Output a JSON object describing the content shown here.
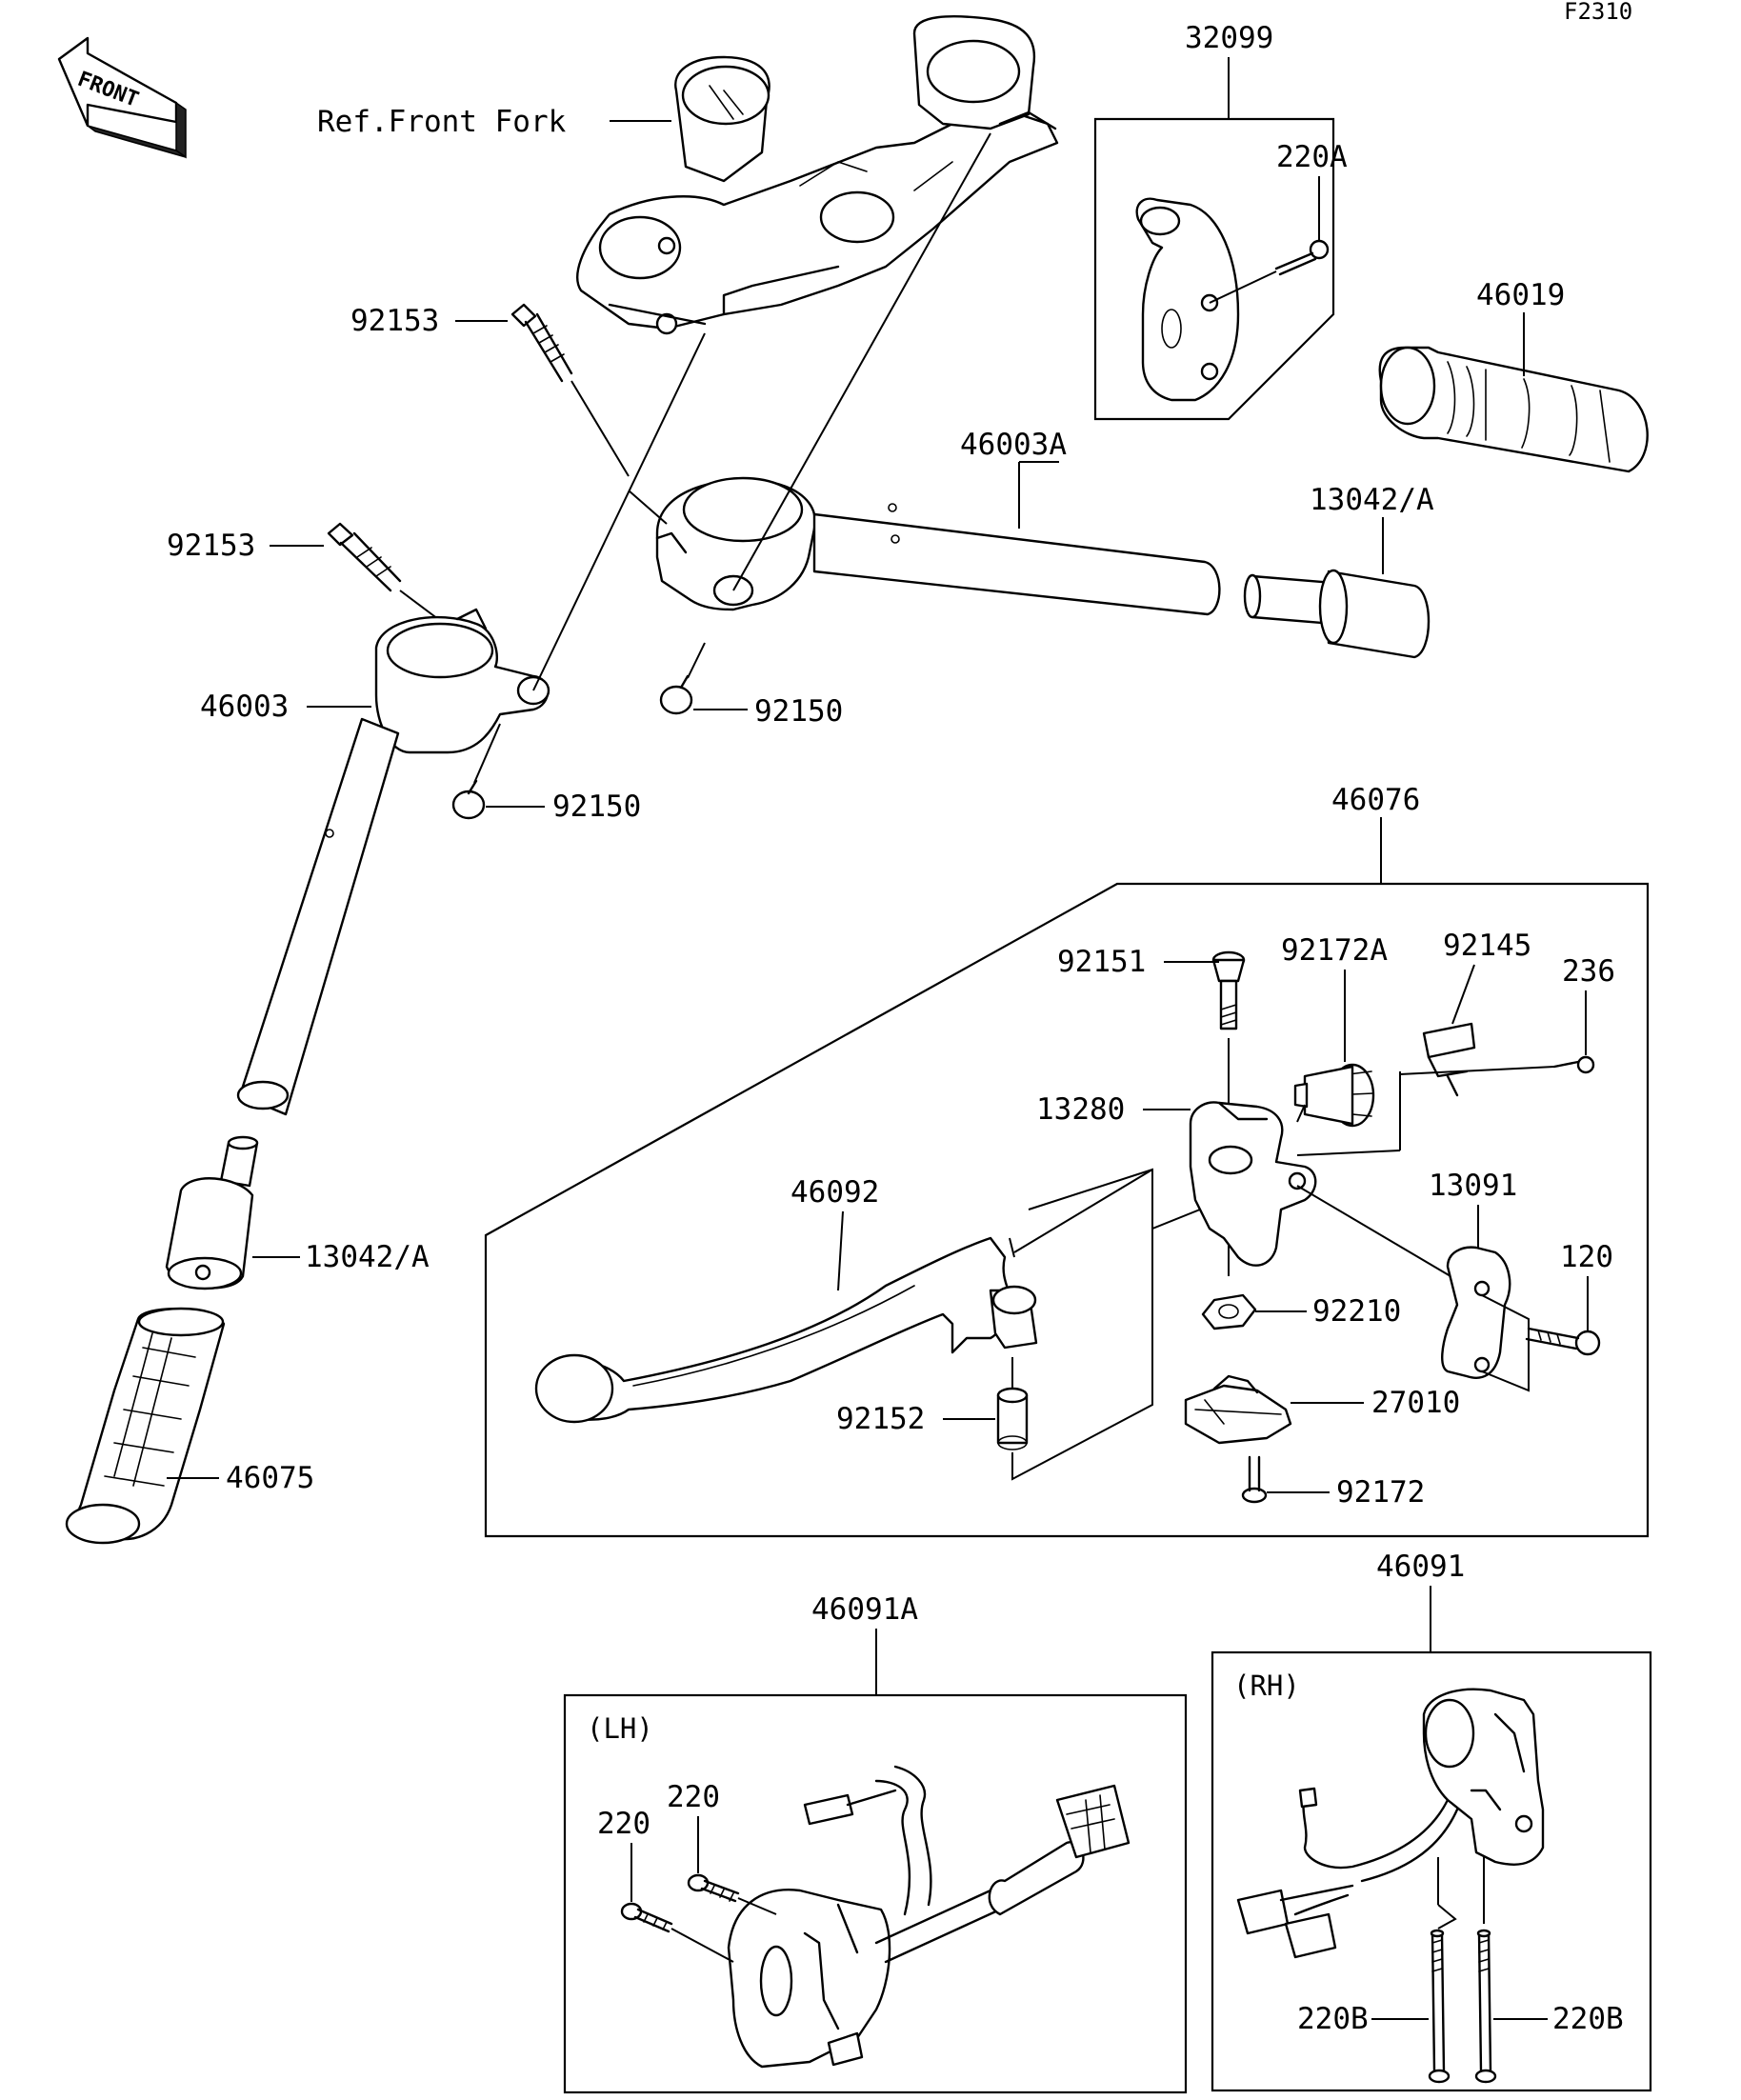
{
  "figure_code": "F2310",
  "front_badge": "FRONT",
  "labels": {
    "ref_front_fork": "Ref.Front Fork",
    "p92153_a": "92153",
    "p92153_b": "92153",
    "p46003": "46003",
    "p92150_a": "92150",
    "p92150_b": "92150",
    "p46003A": "46003A",
    "p32099": "32099",
    "p220A": "220A",
    "p46019": "46019",
    "p13042A_a": "13042/A",
    "p13042A_b": "13042/A",
    "p46075": "46075",
    "p46076": "46076",
    "p92151": "92151",
    "p92172A": "92172A",
    "p92145": "92145",
    "p236": "236",
    "p13280": "13280",
    "p46092": "46092",
    "p13091": "13091",
    "p120": "120",
    "p92210": "92210",
    "p92152": "92152",
    "p27010": "27010",
    "p92172": "92172",
    "p46091A": "46091A",
    "lh": "(LH)",
    "p220_a": "220",
    "p220_b": "220",
    "p46091": "46091",
    "rh": "(RH)",
    "p220B_a": "220B",
    "p220B_b": "220B"
  }
}
